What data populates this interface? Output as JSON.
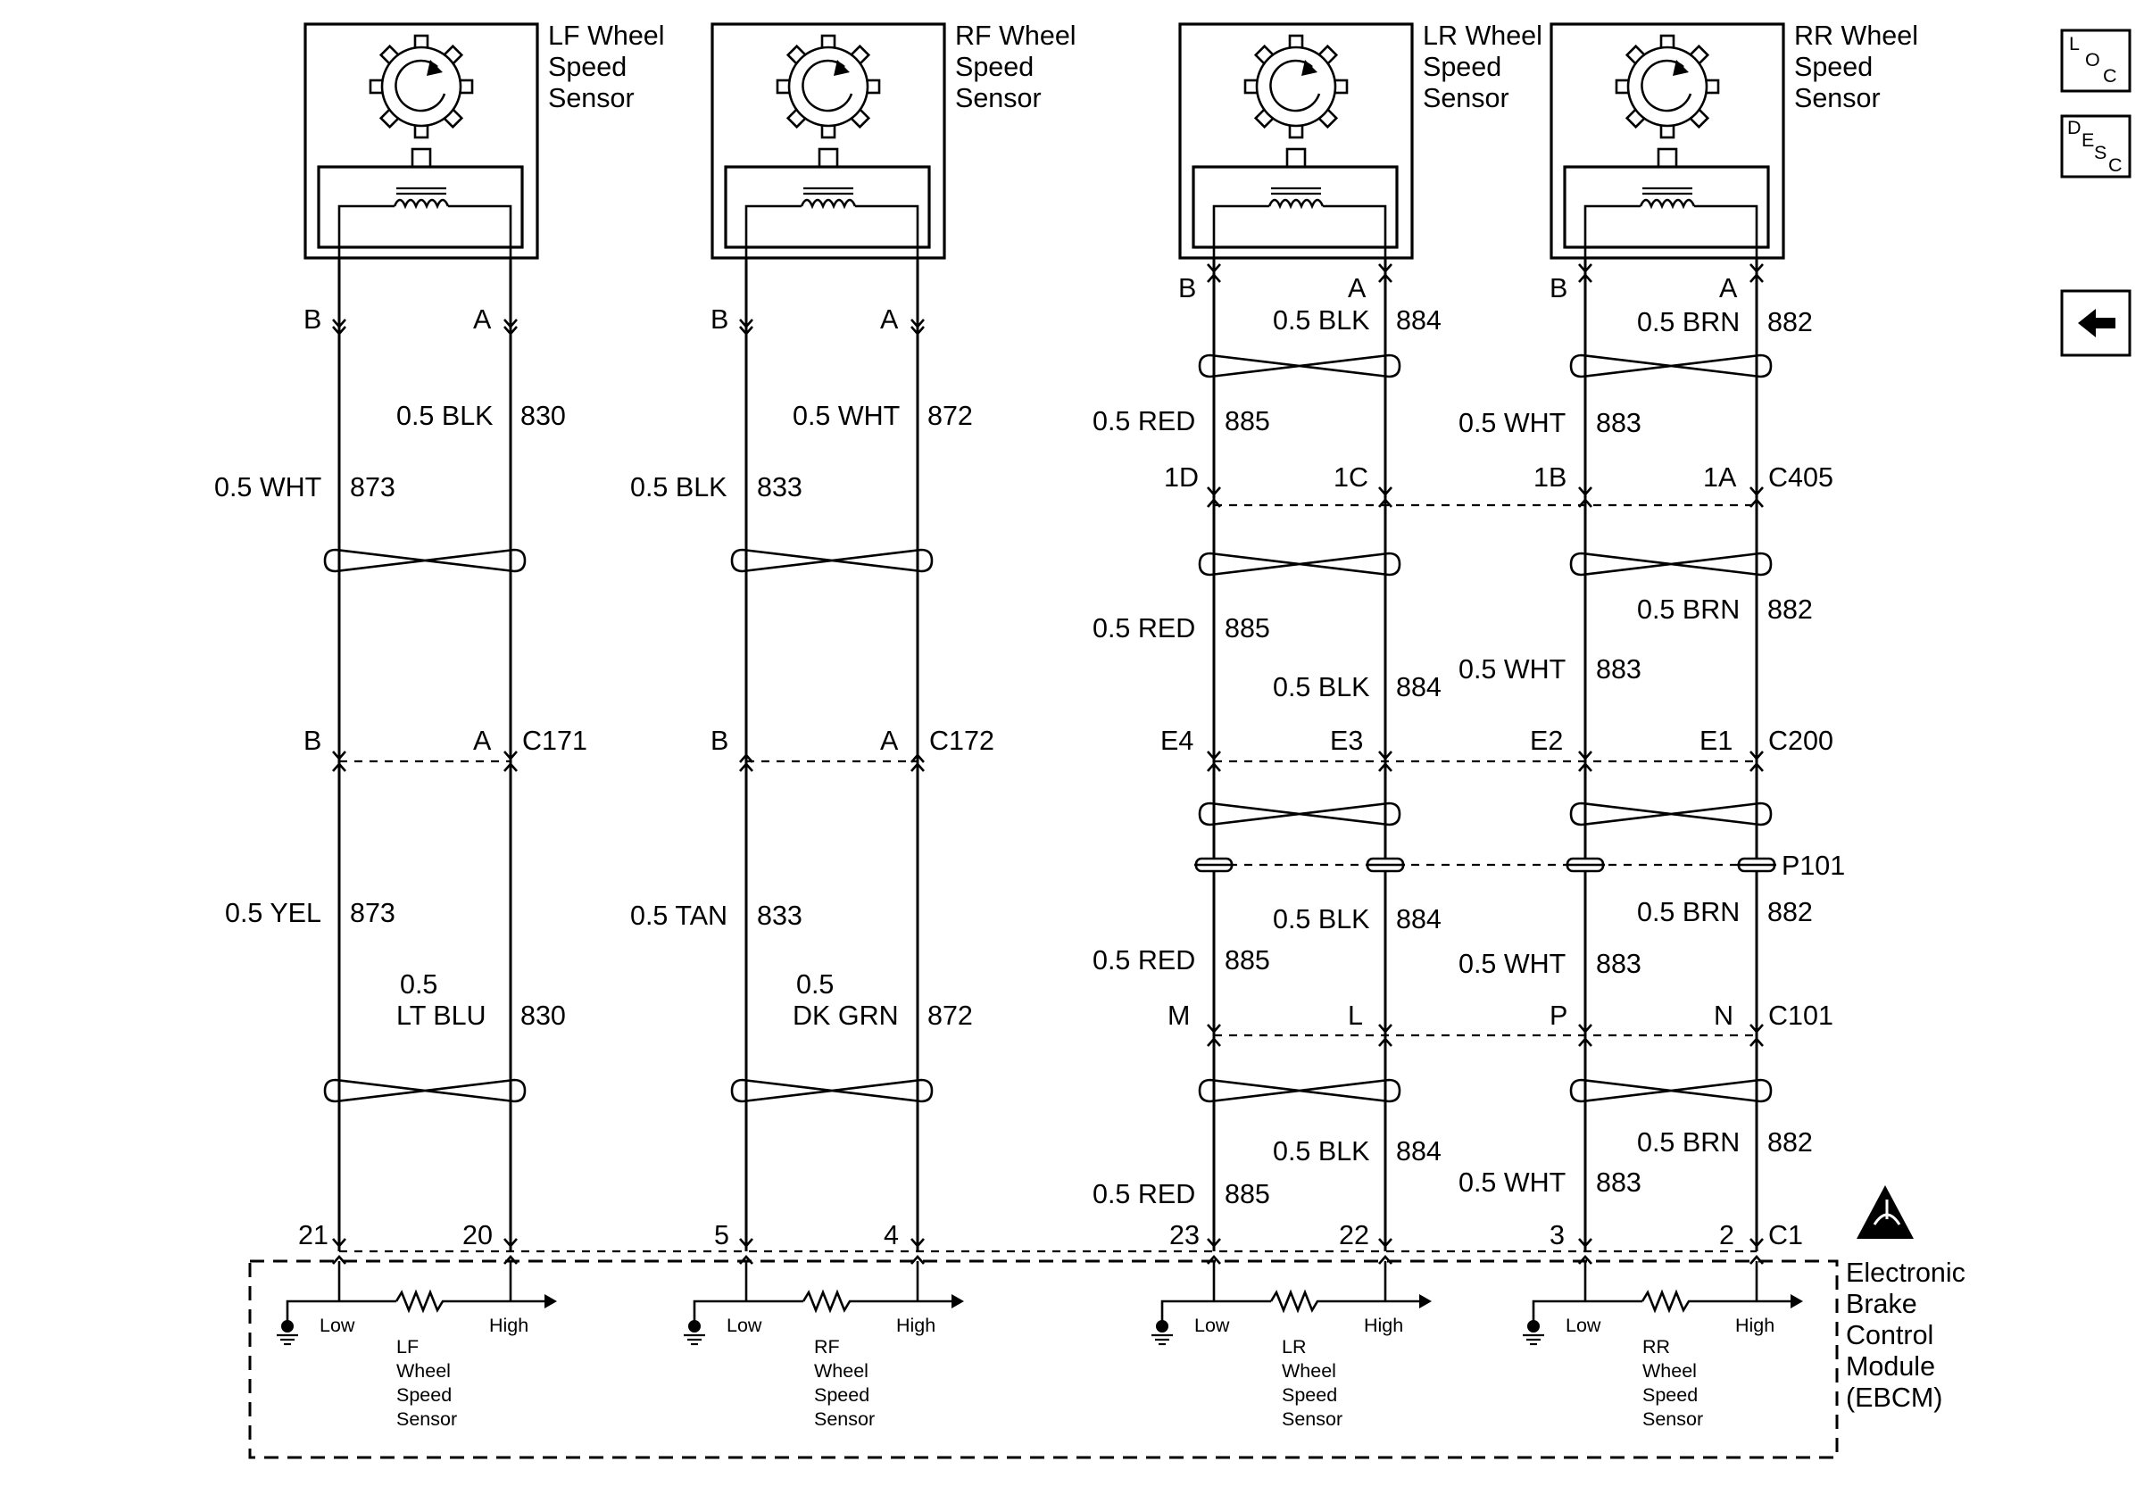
{
  "sensors": [
    {
      "name": "LF Wheel Speed Sensor",
      "line1": "LF Wheel",
      "line2": "Speed",
      "line3": "Sensor",
      "pin_left": "B",
      "pin_right": "A"
    },
    {
      "name": "RF Wheel Speed Sensor",
      "line1": "RF Wheel",
      "line2": "Speed",
      "line3": "Sensor",
      "pin_left": "B",
      "pin_right": "A"
    },
    {
      "name": "LR Wheel Speed Sensor",
      "line1": "LR Wheel",
      "line2": "Speed",
      "line3": "Sensor",
      "pin_left": "B",
      "pin_right": "A"
    },
    {
      "name": "RR Wheel Speed Sensor",
      "line1": "RR Wheel",
      "line2": "Speed",
      "line3": "Sensor",
      "pin_left": "B",
      "pin_right": "A"
    }
  ],
  "wire_labels": {
    "lf_blk": {
      "color": "0.5 BLK",
      "circuit": "830"
    },
    "lf_wht": {
      "color": "0.5 WHT",
      "circuit": "873"
    },
    "lf_yel": {
      "color": "0.5 YEL",
      "circuit": "873"
    },
    "lf_ltblu": {
      "color1": "0.5",
      "color2": "LT BLU",
      "circuit": "830"
    },
    "rf_wht": {
      "color": "0.5 WHT",
      "circuit": "872"
    },
    "rf_blk": {
      "color": "0.5 BLK",
      "circuit": "833"
    },
    "rf_tan": {
      "color": "0.5 TAN",
      "circuit": "833"
    },
    "rf_dkgrn": {
      "color1": "0.5",
      "color2": "DK GRN",
      "circuit": "872"
    },
    "lr_blk": {
      "color": "0.5 BLK",
      "circuit": "884"
    },
    "lr_red": {
      "color": "0.5 RED",
      "circuit": "885"
    },
    "rr_brn": {
      "color": "0.5 BRN",
      "circuit": "882"
    },
    "rr_wht": {
      "color": "0.5 WHT",
      "circuit": "883"
    }
  },
  "connectors": {
    "c171": {
      "name": "C171",
      "pin_left": "B",
      "pin_right": "A"
    },
    "c172": {
      "name": "C172",
      "pin_left": "B",
      "pin_right": "A"
    },
    "c405": {
      "name": "C405",
      "pins": [
        "1D",
        "1C",
        "1B",
        "1A"
      ]
    },
    "c200": {
      "name": "C200",
      "pins": [
        "E4",
        "E3",
        "E2",
        "E1"
      ]
    },
    "p101": {
      "name": "P101"
    },
    "c101": {
      "name": "C101",
      "pins": [
        "M",
        "L",
        "P",
        "N"
      ]
    },
    "c1": {
      "name": "C1",
      "pins": [
        "21",
        "20",
        "5",
        "4",
        "23",
        "22",
        "3",
        "2"
      ]
    }
  },
  "ebcm": {
    "line1": "Electronic",
    "line2": "Brake",
    "line3": "Control",
    "line4": "Module",
    "line5": "(EBCM)",
    "low_label": "Low",
    "high_label": "High",
    "internal_sensors": [
      {
        "line1": "LF",
        "line2": "Wheel",
        "line3": "Speed",
        "line4": "Sensor"
      },
      {
        "line1": "RF",
        "line2": "Wheel",
        "line3": "Speed",
        "line4": "Sensor"
      },
      {
        "line1": "LR",
        "line2": "Wheel",
        "line3": "Speed",
        "line4": "Sensor"
      },
      {
        "line1": "RR",
        "line2": "Wheel",
        "line3": "Speed",
        "line4": "Sensor"
      }
    ]
  },
  "nav": {
    "loc": {
      "l": "L",
      "o": "O",
      "c": "C"
    },
    "desc": {
      "d": "D",
      "e": "E",
      "s": "S",
      "c": "C"
    },
    "back_icon": "arrow-left-icon"
  }
}
